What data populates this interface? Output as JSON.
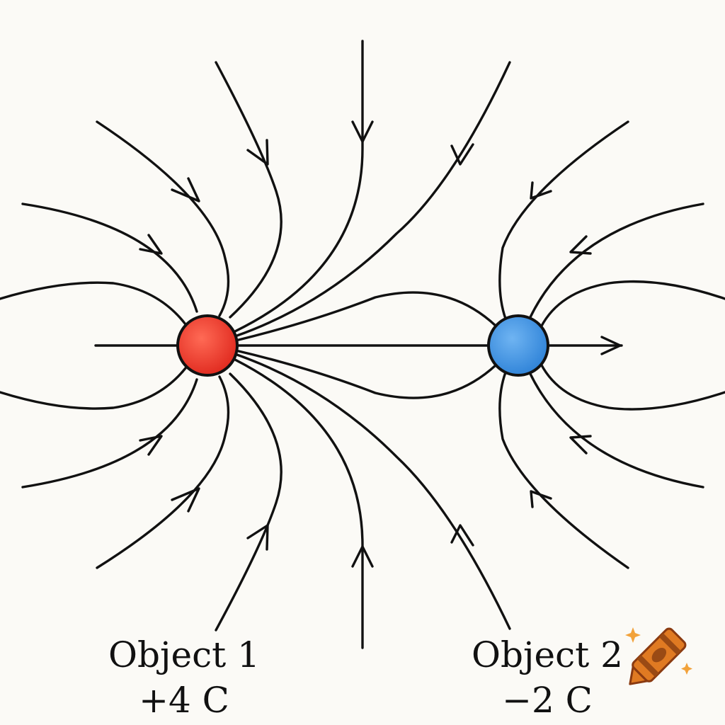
{
  "objects": [
    {
      "name": "Object 1",
      "charge": "+4 C",
      "color": "#e8302a"
    },
    {
      "name": "Object 2",
      "charge": "−2 C",
      "color": "#3d8fe0"
    }
  ],
  "line_color": "#111111",
  "watermark_icon": "crayon-icon"
}
